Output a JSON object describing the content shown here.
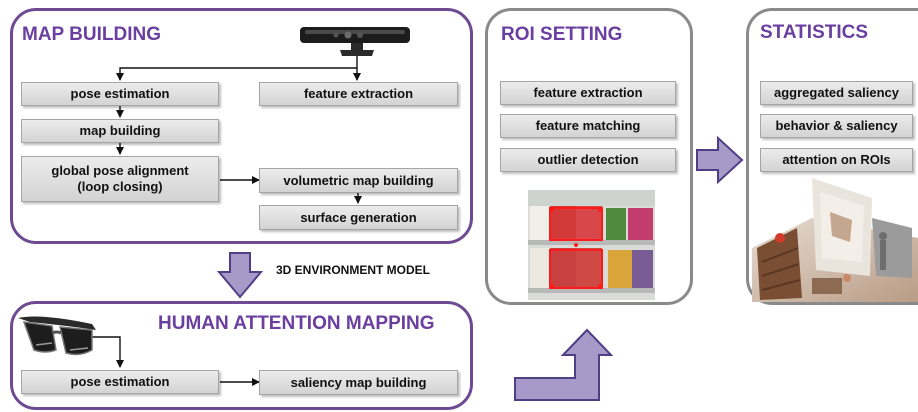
{
  "map_building": {
    "title": "MAP BUILDING",
    "pose_estimation": "pose estimation",
    "feature_extraction": "feature extraction",
    "map_building": "map building",
    "global_pose_alignment": "global pose alignment\n(loop closing)",
    "volumetric_map_building": "volumetric map building",
    "surface_generation": "surface generation"
  },
  "environment_model_label": "3D ENVIRONMENT MODEL",
  "human_attention": {
    "title": "HUMAN ATTENTION MAPPING",
    "pose_estimation": "pose estimation",
    "saliency_map_building": "saliency map building"
  },
  "roi_setting": {
    "title": "ROI SETTING",
    "feature_extraction": "feature extraction",
    "feature_matching": "feature matching",
    "outlier_detection": "outlier detection"
  },
  "statistics": {
    "title": "STATISTICS",
    "aggregated_saliency": "aggregated saliency",
    "behavior_saliency": "behavior & saliency",
    "attention_on_rois": "attention on ROIs"
  },
  "colors": {
    "panel_border": "#6d4a92",
    "title_text": "#6a3fa0",
    "big_arrow_fill": "#a89ac8",
    "big_arrow_stroke": "#4f3f86"
  },
  "icons": [
    "kinect-sensor-icon",
    "eye-tracking-glasses-icon"
  ]
}
